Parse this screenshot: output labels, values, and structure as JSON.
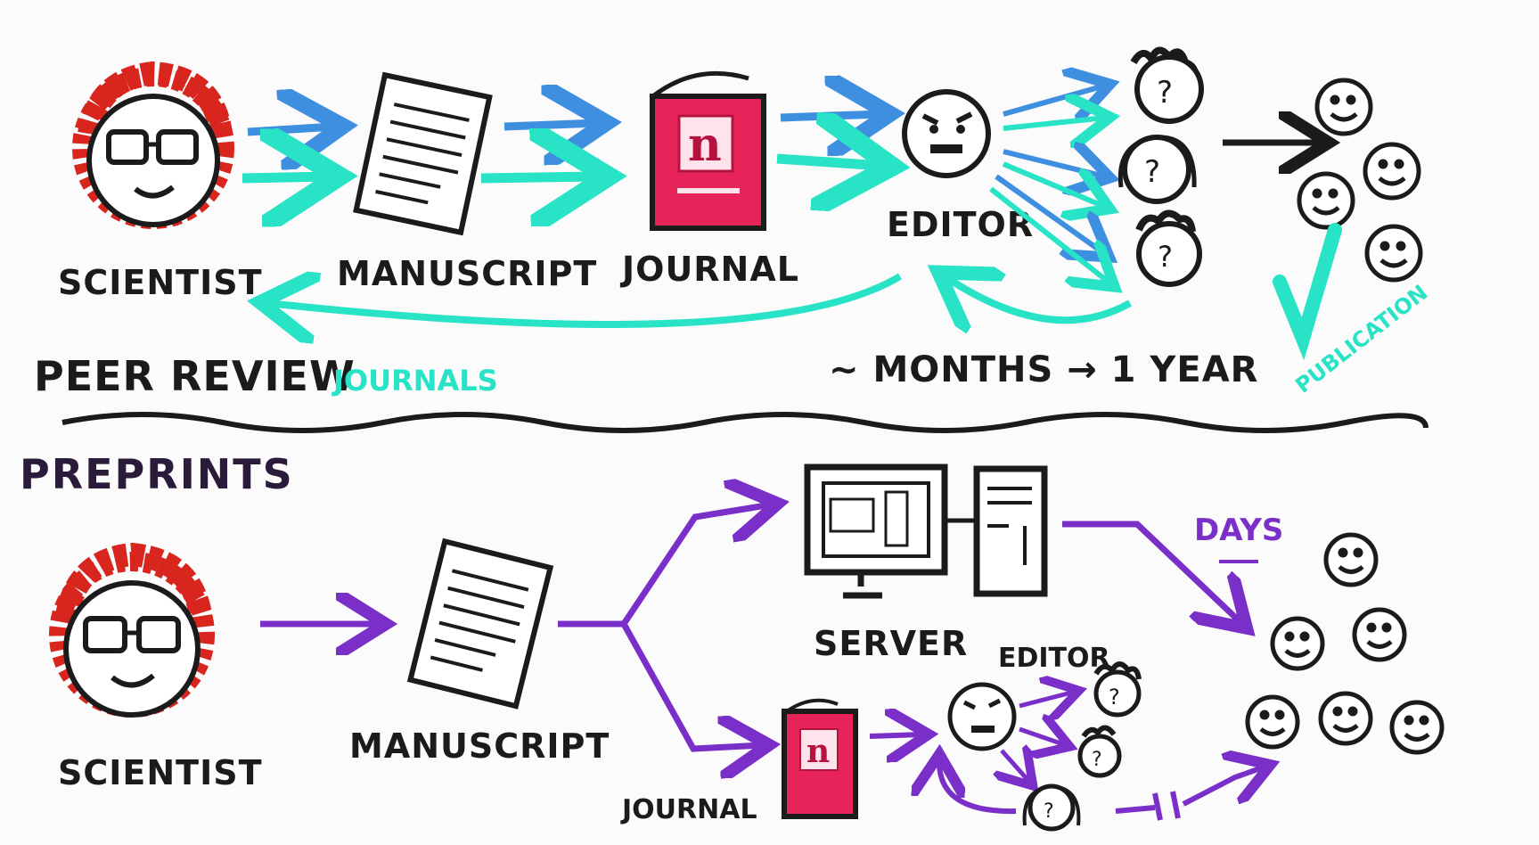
{
  "top": {
    "scientist_label": "SCIENTIST",
    "manuscript_label": "MANUSCRIPT",
    "journal_label": "JOURNAL",
    "editor_label": "EDITOR",
    "section_label": "PEER REVIEW",
    "section_sublabel": "JOURNALS",
    "timing": "~ MONTHS → 1 YEAR",
    "publication_label": "PUBLICATION",
    "journal_logo": "n"
  },
  "bottom": {
    "section_label": "PREPRINTS",
    "scientist_label": "SCIENTIST",
    "manuscript_label": "MANUSCRIPT",
    "server_label": "SERVER",
    "journal_label": "JOURNAL",
    "editor_label": "EDITOR",
    "days_label": "DAYS",
    "journal_logo": "n"
  },
  "colors": {
    "blue": "#3f8fe0",
    "cyan": "#29e3c6",
    "purple": "#7a2fc8",
    "red_hair": "#d8261f",
    "journal_pink": "#e6245a",
    "ink": "#1b1b1b"
  },
  "icons": [
    "scientist-face-icon",
    "manuscript-icon",
    "journal-icon",
    "editor-face-icon",
    "reviewer-face-icon",
    "reader-face-icon",
    "checkmark-icon",
    "server-computer-icon"
  ]
}
